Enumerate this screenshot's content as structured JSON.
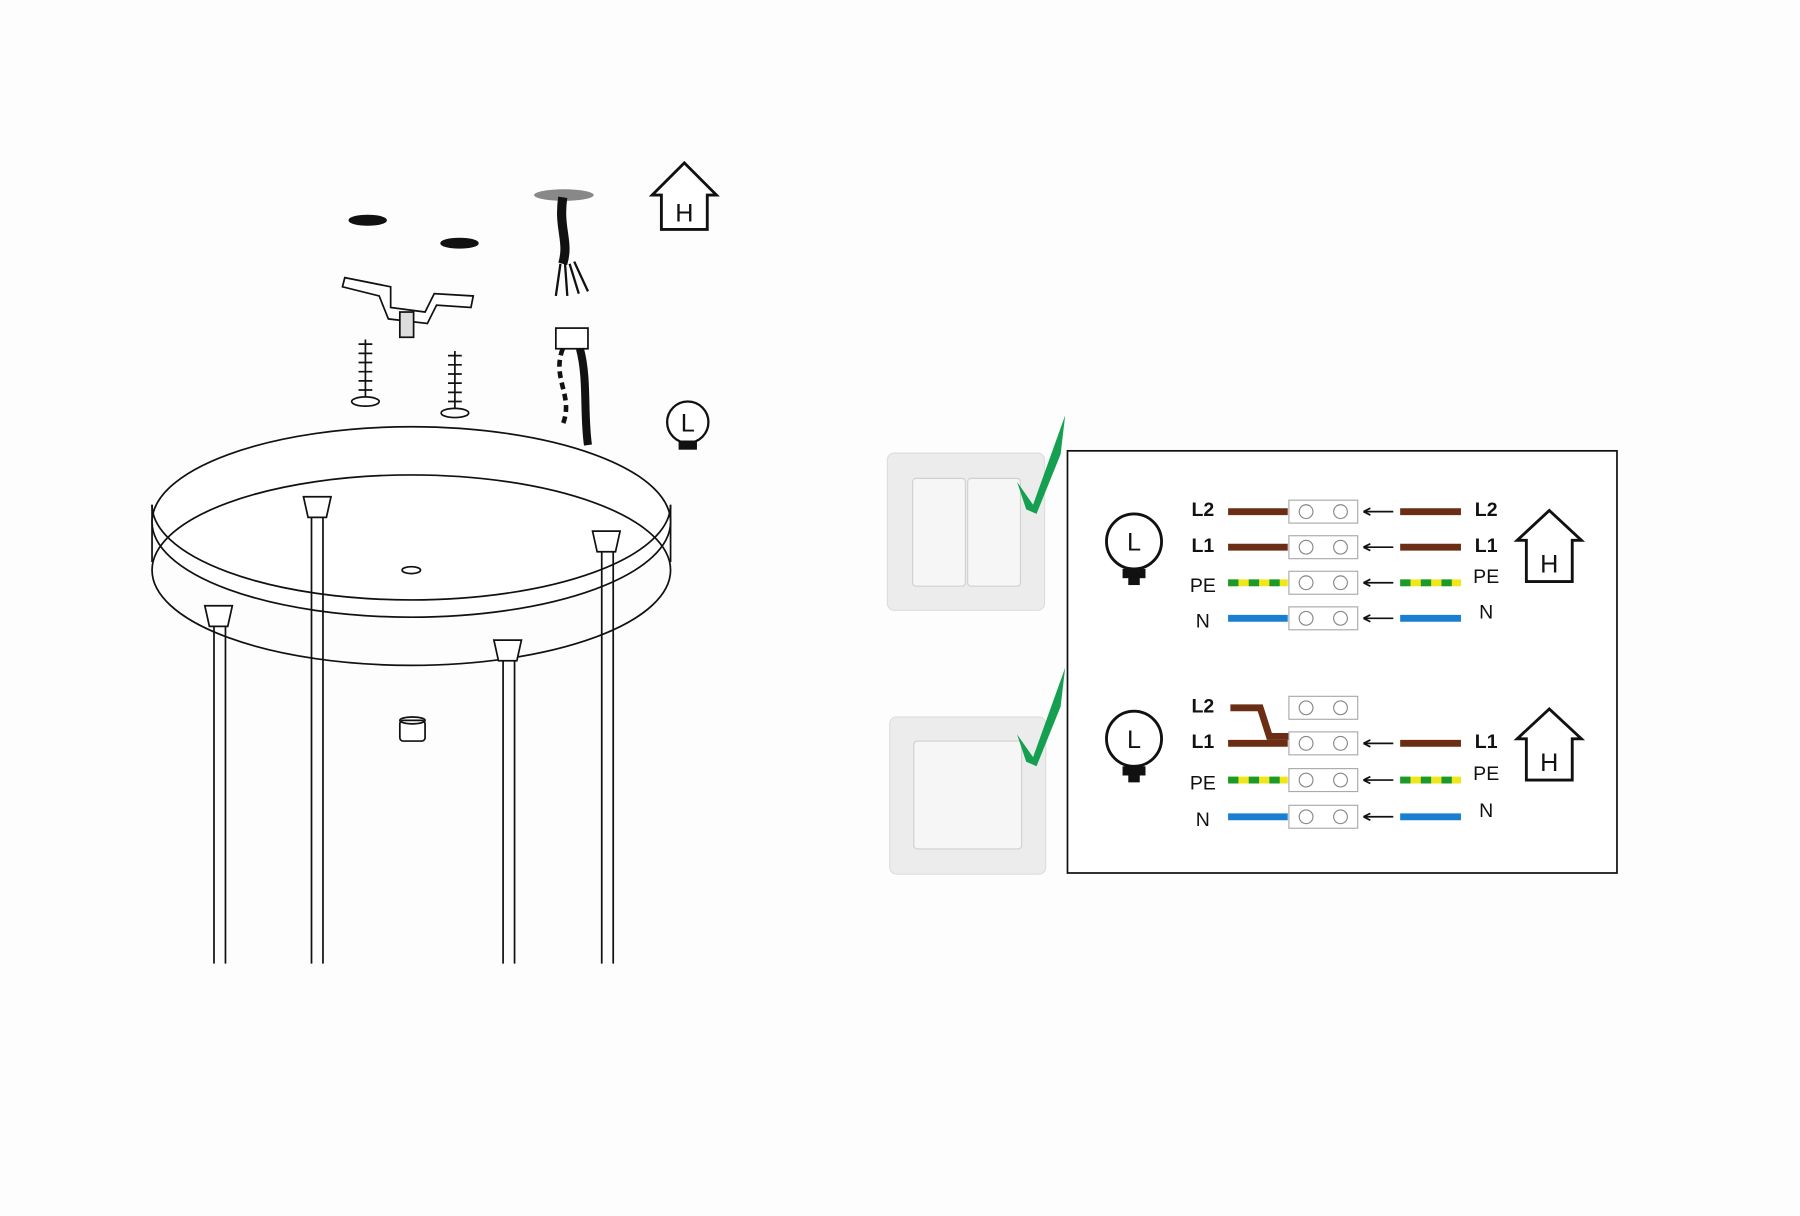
{
  "icons": {
    "house_letter": "H",
    "lamp_letter": "L"
  },
  "diagram_top": {
    "left_labels": [
      "L2",
      "L1",
      "PE",
      "N"
    ],
    "right_labels": [
      "L2",
      "L1",
      "PE",
      "N"
    ],
    "switch": "double-switch"
  },
  "diagram_bottom": {
    "left_labels": [
      "L2",
      "L1",
      "PE",
      "N"
    ],
    "right_labels": [
      "L1",
      "PE",
      "N"
    ],
    "switch": "single-switch"
  },
  "colors": {
    "live": "#6b2e14",
    "neutral": "#1a7fd0",
    "earth_green": "#1a9a2a",
    "earth_yellow": "#f0e61a",
    "check": "#14a050"
  }
}
